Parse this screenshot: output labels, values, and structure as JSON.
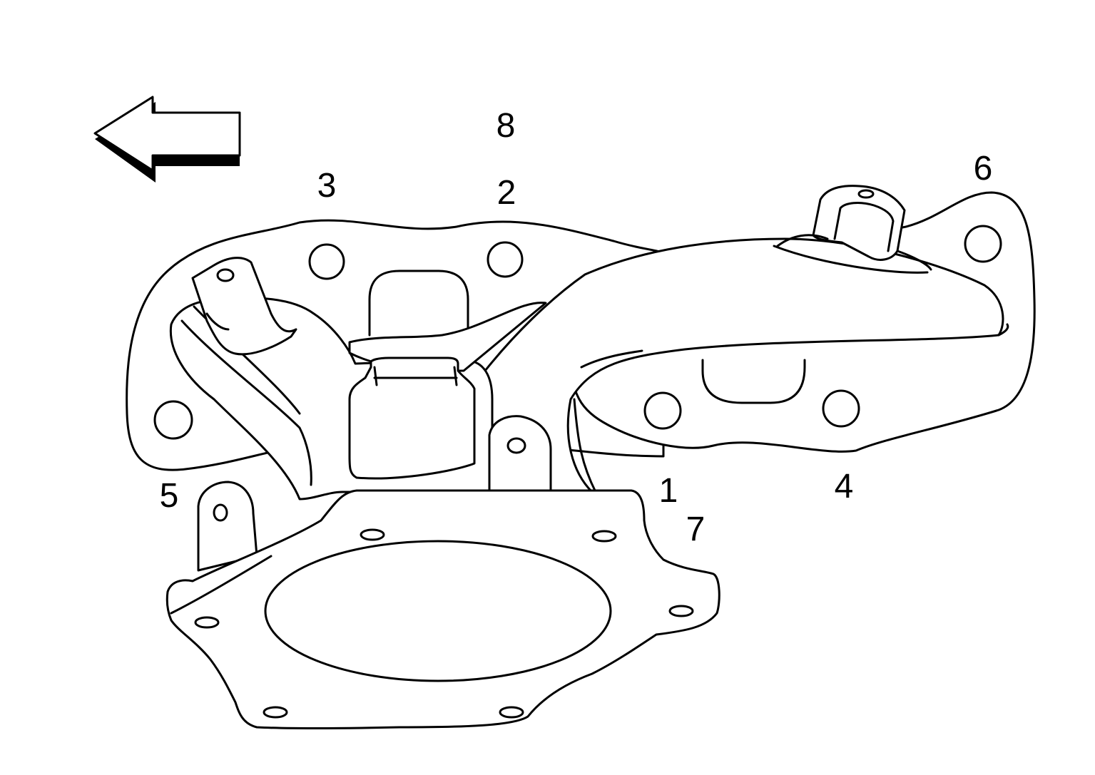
{
  "direction_arrow": {
    "icon": "arrow-left-icon",
    "direction": "left"
  },
  "callouts": {
    "n1": "1",
    "n2": "2",
    "n3": "3",
    "n4": "4",
    "n5": "5",
    "n6": "6",
    "n7": "7",
    "n8": "8"
  },
  "colors": {
    "line": "#000000",
    "background": "#ffffff"
  }
}
